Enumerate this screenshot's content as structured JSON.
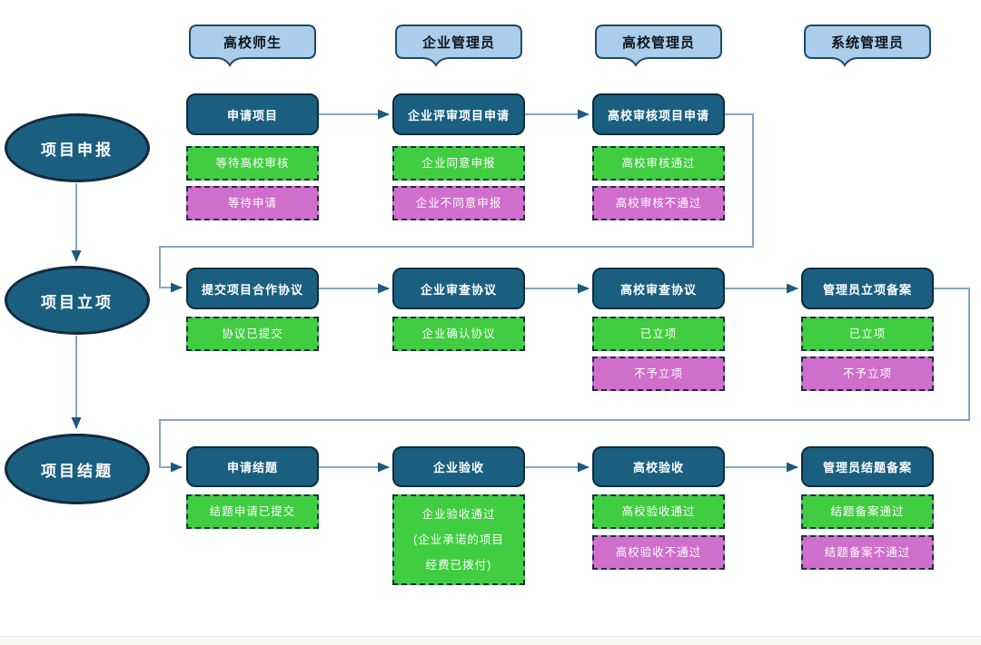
{
  "roles": [
    "高校师生",
    "企业管理员",
    "高校管理员",
    "系统管理员"
  ],
  "phases": [
    "项目申报",
    "项目立项",
    "项目结题"
  ],
  "row1": {
    "c1": {
      "title": "申请项目",
      "green": "等待高校审核",
      "magenta": "等待申请"
    },
    "c2": {
      "title": "企业评审项目申请",
      "green": "企业同意申报",
      "magenta": "企业不同意申报"
    },
    "c3": {
      "title": "高校审核项目申请",
      "green": "高校审核通过",
      "magenta": "高校审核不通过"
    }
  },
  "row2": {
    "c1": {
      "title": "提交项目合作协议",
      "green": "协议已提交"
    },
    "c2": {
      "title": "企业审查协议",
      "green": "企业确认协议"
    },
    "c3": {
      "title": "高校审查协议",
      "green": "已立项",
      "magenta": "不予立项"
    },
    "c4": {
      "title": "管理员立项备案",
      "green": "已立项",
      "magenta": "不予立项"
    }
  },
  "row3": {
    "c1": {
      "title": "申请结题",
      "green": "结题申请已提交"
    },
    "c2": {
      "title": "企业验收",
      "green": "企业验收通过\n(企业承诺的项目\n经费已拨付)"
    },
    "c3": {
      "title": "高校验收",
      "green": "高校验收通过",
      "magenta": "高校验收不通过"
    },
    "c4": {
      "title": "管理员结题备案",
      "green": "结题备案通过",
      "magenta": "结题备案不通过"
    }
  },
  "colors": {
    "process_fill": "#1a5f80",
    "process_border": "#102c3f",
    "header_fill": "#a9cdea",
    "header_border": "#1c4a68",
    "status_green": "#41cd41",
    "status_magenta": "#cf6ecb",
    "status_border": "#1e2d49",
    "connector_line": "#84a9bd",
    "arrowhead": "#1c5a7e",
    "text_on_dark": "#ffffff",
    "header_text": "#101418"
  }
}
